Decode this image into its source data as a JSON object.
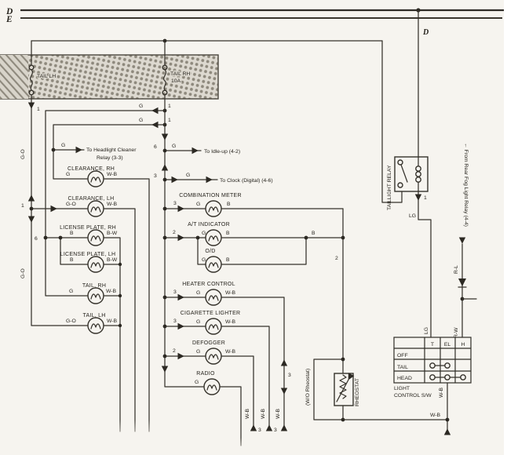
{
  "diagram": {
    "bus": {
      "d": "D",
      "e": "E",
      "d_branch": "D"
    },
    "fuses": {
      "tail_lh": "TAIL LH",
      "tail_rh": "TAIL RH",
      "tail_rh_rating": "10A"
    },
    "colors": {
      "g": "G",
      "go": "G-O",
      "b": "B",
      "bw": "B-W",
      "wb": "W-B",
      "lg": "LG",
      "rw": "R-W",
      "rl": "R-L"
    },
    "pins": {
      "p1": "1",
      "p2": "2",
      "p3": "3",
      "p6": "6"
    },
    "branches": {
      "headlight_cleaner_1": "To Headlight Cleaner",
      "headlight_cleaner_2": "Relay (3-3)",
      "idle_up": "To Idle-up (4-2)",
      "clock": "To Clock (Digital) (4-6)",
      "rear_fog": "← From Rear Fog Light Relay (4-4)"
    },
    "lamps": {
      "clearance_rh": "CLEARANCE, RH",
      "clearance_lh": "CLEARANCE, LH",
      "license_rh": "LICENSE PLATE, RH",
      "license_lh": "LICENSE PLATE, LH",
      "tail_rh": "TAIL, RH",
      "tail_lh": "TAIL, LH",
      "combination_meter": "COMBINATION METER",
      "at_indicator": "A/T INDICATOR",
      "od": "O/D",
      "heater_control": "HEATER CONTROL",
      "cigarette_lighter": "CIGARETTE LIGHTER",
      "defogger": "DEFOGGER",
      "radio": "RADIO"
    },
    "relay": {
      "name": "TAILLIGHT RELAY"
    },
    "rheostat": {
      "name": "RHEOSTAT",
      "bypass_note": "(W/O Rheostat)"
    },
    "light_control_switch": {
      "name_1": "LIGHT",
      "name_2": "CONTROL S/W",
      "columns": [
        "T",
        "EL",
        "H"
      ],
      "positions": [
        "OFF",
        "TAIL",
        "HEAD"
      ]
    }
  }
}
